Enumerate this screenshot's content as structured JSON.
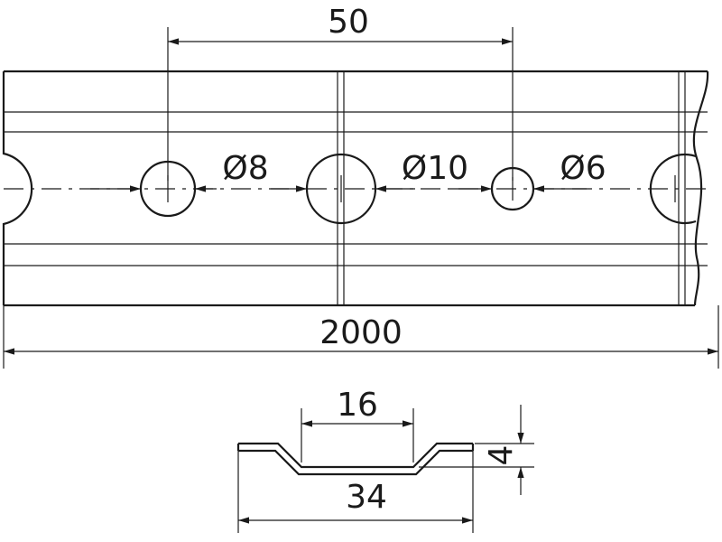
{
  "drawing": {
    "pitch_dim": "50",
    "hole_dims": [
      "Ø8",
      "Ø10",
      "Ø6"
    ],
    "length_dim": "2000",
    "profile": {
      "inner_width_dim": "16",
      "depth_dim": "4",
      "outer_width_dim": "34"
    }
  }
}
